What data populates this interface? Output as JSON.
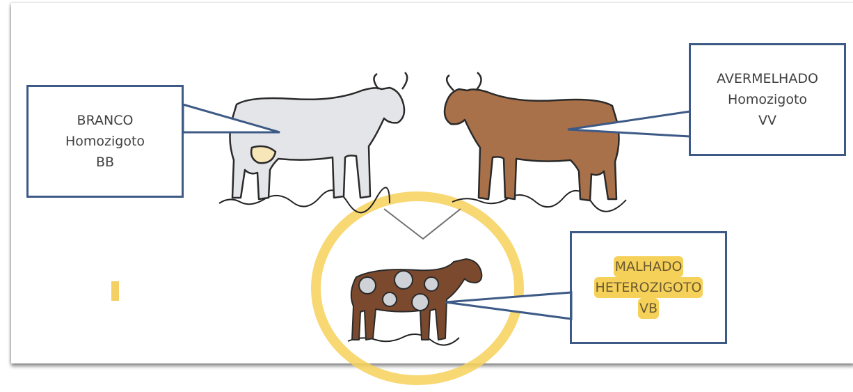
{
  "callouts": {
    "white": {
      "line1": "BRANCO",
      "line2": "Homozigoto",
      "line3": "BB"
    },
    "red": {
      "line1": "AVERMELHADO",
      "line2": "Homozigoto",
      "line3": "VV"
    },
    "spotted": {
      "line1": "MALHADO",
      "line2": "HETEROZIGOTO",
      "line3": "VB"
    }
  },
  "colors": {
    "box_border": "#3d5a86",
    "white_cow": "#e3e5e8",
    "red_cow": "#a8714a",
    "spotted_cow": "#7b4a2e",
    "highlight": "#f6d15a"
  },
  "icons": [
    "white-cow-image",
    "red-cow-image",
    "spotted-cow-image"
  ]
}
